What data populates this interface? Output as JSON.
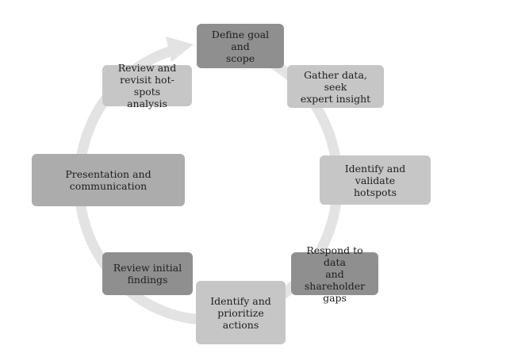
{
  "steps": [
    {
      "id": "define",
      "label": "Define goal and\nscope"
    },
    {
      "id": "gather",
      "label": "Gather data, seek\nexpert insight"
    },
    {
      "id": "identify",
      "label": "Identify and validate\nhotspots"
    },
    {
      "id": "respond",
      "label": "Respond to data\nand shareholder\ngaps"
    },
    {
      "id": "prioritize",
      "label": "Identify and\nprioritize actions"
    },
    {
      "id": "findings",
      "label": "Review initial\nfindings"
    },
    {
      "id": "present",
      "label": "Presentation and\ncommunication"
    },
    {
      "id": "revisit",
      "label": "Review and\nrevisit hot-spots\nanalysis"
    }
  ],
  "colors": {
    "cycle_arrow": "#e3e3e3",
    "box_dark": "#8f8f8f",
    "box_mid": "#acacac",
    "box_light": "#c6c6c6",
    "text": "#1e1e1e"
  }
}
